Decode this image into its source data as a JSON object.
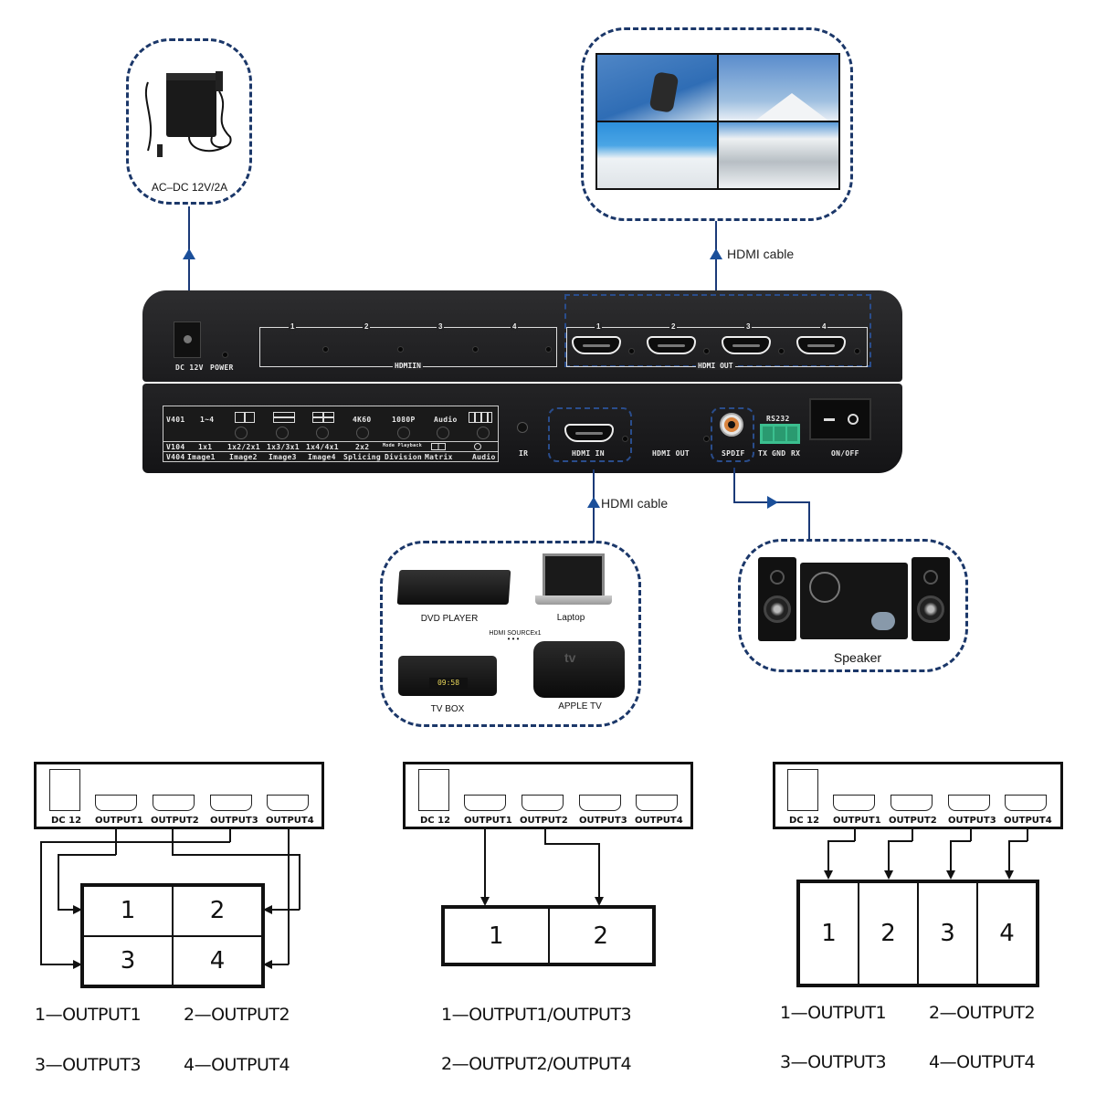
{
  "power_adapter": {
    "label": "AC–DC 12V/2A",
    "icon": "power-adapter-icon"
  },
  "video_wall": {
    "icon": "video-wall-2x2-icon",
    "grid": "2x2"
  },
  "cables": {
    "top_hdmi": "HDMI cable",
    "input_hdmi": "HDMI cable"
  },
  "device_back": {
    "dc_label": "DC 12V",
    "power_label": "POWER",
    "hdmi_in_label": "HDMIIN",
    "hdmi_in_ports": [
      "1",
      "2",
      "3",
      "4"
    ],
    "hdmi_out_label": "HDMI OUT",
    "hdmi_out_ports": [
      "1",
      "2",
      "3",
      "4"
    ]
  },
  "device_front": {
    "control_panel": {
      "row1": [
        "V401",
        "1~4",
        "",
        "",
        "",
        "4K60",
        "1080P",
        "Audio",
        ""
      ],
      "row2": [
        "V104",
        "1x1",
        "1x2/2x1",
        "1x3/3x1",
        "1x4/4x1",
        "2x2",
        "Mode Playback",
        "",
        ""
      ],
      "row3": [
        "V404",
        "Image1",
        "Image2",
        "Image3",
        "Image4",
        "Splicing",
        "Division",
        "Matrix",
        "Audio"
      ]
    },
    "ir_label": "IR",
    "hdmi_in_label": "HDMI IN",
    "hdmi_out_label": "HDMI OUT",
    "spdif_label": "SPDIF",
    "rs232_label": "RS232",
    "rs232_pins": [
      "TX",
      "GND",
      "RX"
    ],
    "onoff_label": "ON/OFF"
  },
  "sources": {
    "items": [
      {
        "label": "DVD PLAYER",
        "icon": "dvd-player-icon"
      },
      {
        "label": "Laptop",
        "icon": "laptop-icon"
      },
      {
        "label": "TV BOX",
        "icon": "tv-box-icon",
        "display": "09:58"
      },
      {
        "label": "APPLE TV",
        "icon": "apple-tv-icon",
        "brand": "tv"
      }
    ],
    "caption": "HDMI SOURCEx1",
    "ellipsis": "• • •"
  },
  "speaker": {
    "label": "Speaker",
    "icon": "speaker-system-icon"
  },
  "diagrams": [
    {
      "ports": [
        "DC 12",
        "OUTPUT1",
        "OUTPUT2",
        "OUTPUT3",
        "OUTPUT4"
      ],
      "cells": [
        "1",
        "2",
        "3",
        "4"
      ],
      "legend": [
        "1—OUTPUT1",
        "2—OUTPUT2",
        "3—OUTPUT3",
        "4—OUTPUT4"
      ]
    },
    {
      "ports": [
        "DC 12",
        "OUTPUT1",
        "OUTPUT2",
        "OUTPUT3",
        "OUTPUT4"
      ],
      "cells": [
        "1",
        "2"
      ],
      "legend": [
        "1—OUTPUT1/OUTPUT3",
        "2—OUTPUT2/OUTPUT4"
      ]
    },
    {
      "ports": [
        "DC 12",
        "OUTPUT1",
        "OUTPUT2",
        "OUTPUT3",
        "OUTPUT4"
      ],
      "cells": [
        "1",
        "2",
        "3",
        "4"
      ],
      "legend": [
        "1—OUTPUT1",
        "2—OUTPUT2",
        "3—OUTPUT3",
        "4—OUTPUT4"
      ]
    }
  ],
  "colors": {
    "accent": "#1b3769",
    "device": "#1f1f21",
    "line": "#111111"
  }
}
